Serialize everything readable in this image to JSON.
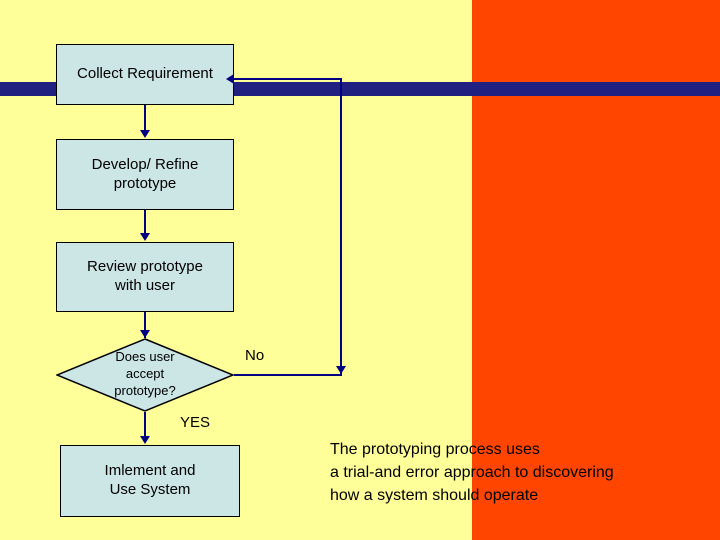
{
  "slide": {
    "background_color": "#ffff99",
    "panel_color": "#ff4500",
    "band_color": "#202080",
    "box_fill": "#cce5e5",
    "line_color": "#000080"
  },
  "flowchart": {
    "nodes": [
      {
        "id": "collect",
        "label": "Collect Requirement",
        "shape": "box"
      },
      {
        "id": "develop",
        "label": "Develop/ Refine\nprototype",
        "shape": "box",
        "line1": "Develop/ Refine",
        "line2": "prototype"
      },
      {
        "id": "review",
        "label": "Review prototype\nwith user",
        "shape": "box",
        "line1": "Review prototype",
        "line2": "with user"
      },
      {
        "id": "decision",
        "label": "Does user accept prototype?",
        "shape": "diamond",
        "line1": "Does user",
        "line2": "accept",
        "line3": "prototype?"
      },
      {
        "id": "implement",
        "label": "Imlement and\nUse System",
        "shape": "box",
        "line1": "Imlement and",
        "line2": "Use System"
      }
    ],
    "edges": [
      {
        "from": "decision",
        "to": "collect",
        "label": "No"
      },
      {
        "from": "decision",
        "to": "implement",
        "label": "YES"
      }
    ],
    "edge_labels": {
      "no": "No",
      "yes": "YES"
    }
  },
  "caption": {
    "line1": "The prototyping process uses",
    "line2": "a trial-and error approach to discovering",
    "line3": "how a system should operate"
  }
}
